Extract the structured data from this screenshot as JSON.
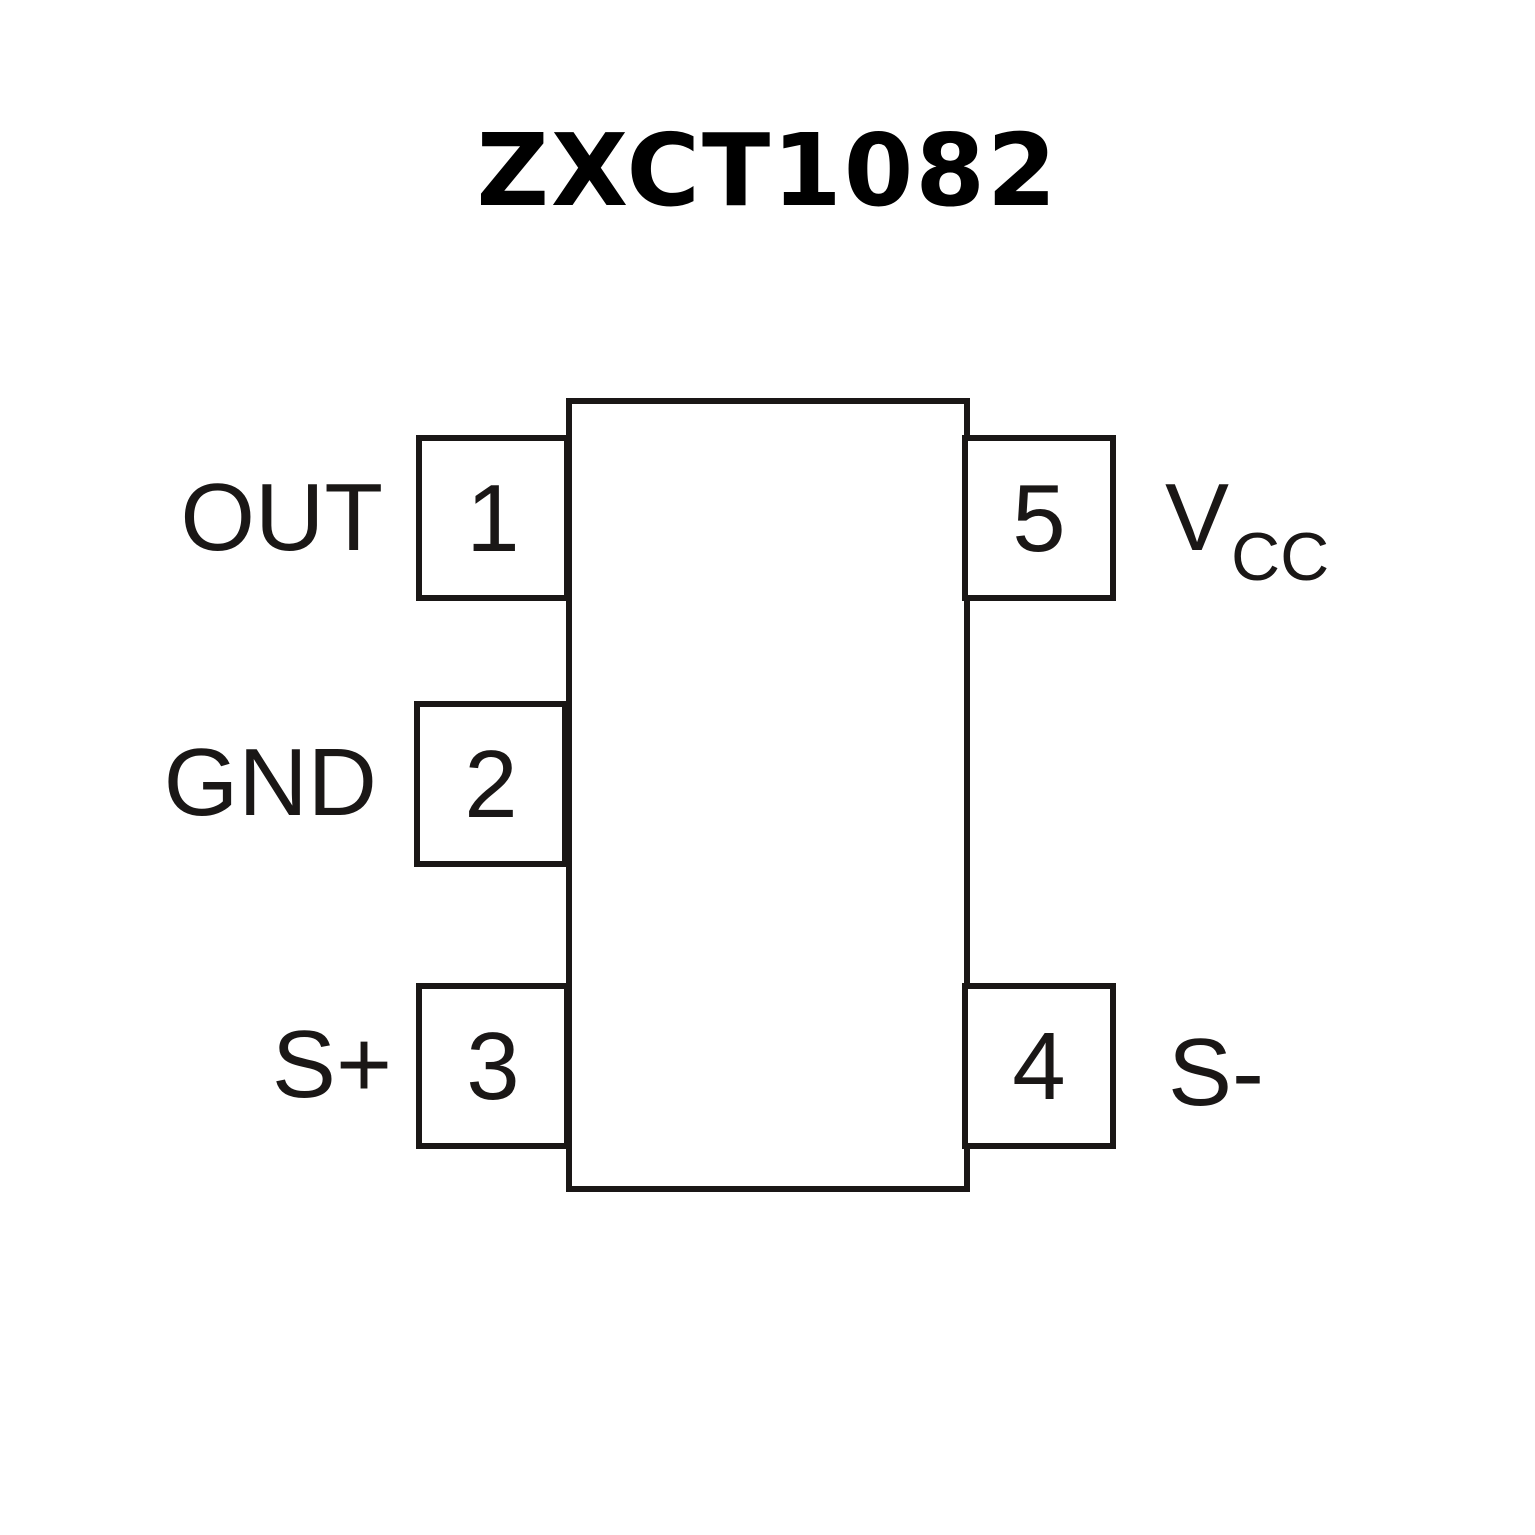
{
  "title": "ZXCT1082",
  "package": {
    "pins": [
      {
        "number": "1",
        "label": "OUT",
        "side": "left"
      },
      {
        "number": "2",
        "label": "GND",
        "side": "left"
      },
      {
        "number": "3",
        "label": "S+",
        "side": "left"
      },
      {
        "number": "4",
        "label": "S-",
        "side": "right"
      },
      {
        "number": "5",
        "label": "V",
        "label_subscript": "CC",
        "side": "right"
      }
    ]
  }
}
